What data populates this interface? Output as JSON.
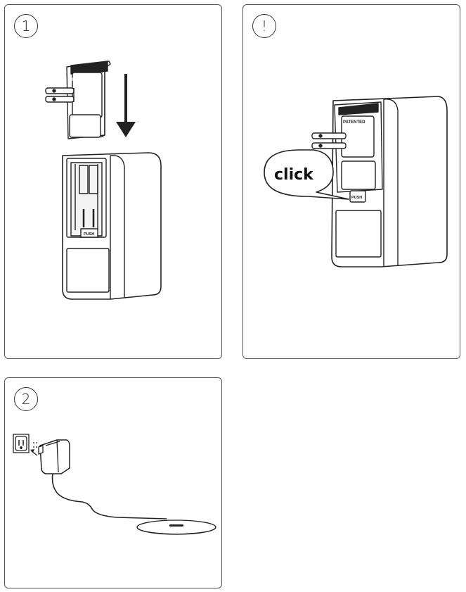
{
  "panels": [
    {
      "step": "1",
      "plug_label": "PATENTED",
      "button_label": "PUSH"
    },
    {
      "step": "!",
      "plug_label": "PATENTED",
      "button_label": "PUSH",
      "callout": "click"
    },
    {
      "step": "2"
    }
  ],
  "icons": [
    "arrow-down-icon",
    "speech-bubble-icon",
    "wall-outlet-icon",
    "power-adapter-icon",
    "charging-pad-icon"
  ]
}
